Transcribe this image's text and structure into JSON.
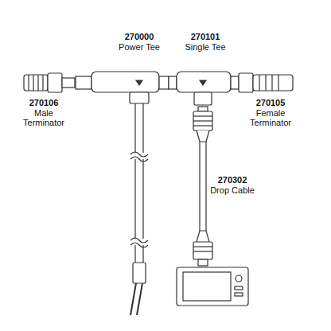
{
  "diagram": {
    "labels": [
      "270000",
      "Power Tee",
      "270101",
      "Single Tee",
      "270106",
      "Male Terminator",
      "270105",
      "Female Terminator",
      "270302",
      "Drop Cable"
    ]
  }
}
